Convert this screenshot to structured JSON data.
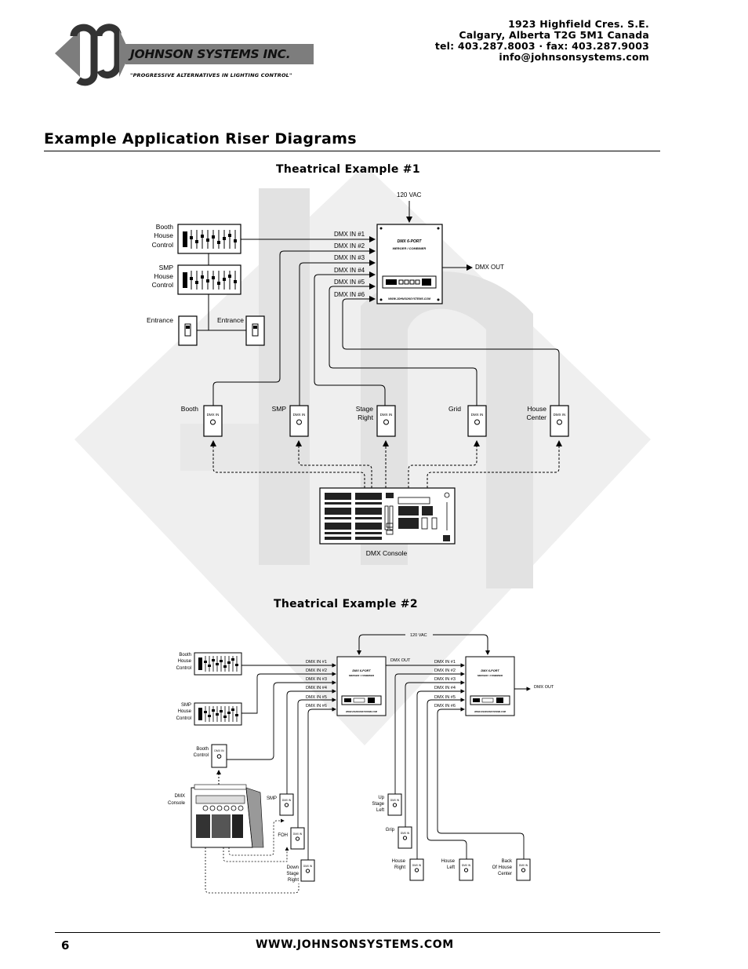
{
  "header": {
    "company_name": "JOHNSON SYSTEMS INC.",
    "tagline": "\"PROGRESSIVE ALTERNATIVES IN LIGHTING CONTROL\"",
    "address_line1": "1923 Highfield Cres. S.E.",
    "address_line2": "Calgary, Alberta  T2G 5M1 Canada",
    "phone_line": "tel: 403.287.8003 · fax: 403.287.9003",
    "email": "info@johnsonsystems.com"
  },
  "page_title": "Example Application Riser Diagrams",
  "example1": {
    "title": "Theatrical Example #1",
    "power_label": "120 VAC",
    "merger_title": "DMX 6-PORT",
    "merger_subtitle": "MERGER / COMBINER",
    "merger_url": "WWW.JOHNSONSYSTEMS.COM",
    "dmx_out": "DMX OUT",
    "inputs": [
      "DMX IN #1",
      "DMX IN #2",
      "DMX IN #3",
      "DMX IN #4",
      "DMX IN #5",
      "DMX IN #6"
    ],
    "booth_house_control": [
      "Booth",
      "House",
      "Control"
    ],
    "smp_house_control": [
      "SMP",
      "House",
      "Control"
    ],
    "entrance_left": "Entrance",
    "entrance_right": "Entrance",
    "station_label": "DMX IN",
    "stations": [
      {
        "label1": "Booth",
        "label2": ""
      },
      {
        "label1": "SMP",
        "label2": ""
      },
      {
        "label1": "Stage",
        "label2": "Right"
      },
      {
        "label1": "Grid",
        "label2": ""
      },
      {
        "label1": "House",
        "label2": "Center"
      }
    ],
    "console_label": "DMX Console"
  },
  "example2": {
    "title": "Theatrical Example #2",
    "power_label": "120 VAC",
    "merger_title": "DMX 6-PORT",
    "merger_subtitle": "MERGER / COMBINER",
    "merger_url": "WWW.JOHNSONSYSTEMS.COM",
    "dmx_out_a": "DMX OUT",
    "dmx_out_b": "DMX OUT",
    "inputs": [
      "DMX IN #1",
      "DMX IN #2",
      "DMX IN #3",
      "DMX IN #4",
      "DMX IN #5",
      "DMX IN #6"
    ],
    "booth_house_control": [
      "Booth",
      "House",
      "Control"
    ],
    "smp_house_control": [
      "SMP",
      "House",
      "Control"
    ],
    "booth_control": [
      "Booth",
      "Control"
    ],
    "console": [
      "DMX",
      "Console"
    ],
    "station_label": "DMX IN",
    "smp": "SMP",
    "foh": "FOH",
    "down_stage_right": [
      "Down",
      "Stage",
      "Right"
    ],
    "up_stage_left": [
      "Up",
      "Stage",
      "Left"
    ],
    "grip": "Grip",
    "house_right": [
      "House",
      "Right"
    ],
    "house_left": [
      "House",
      "Left"
    ],
    "back_of_house_center": [
      "Back",
      "Of House",
      "Center"
    ]
  },
  "footer": {
    "page_number": "6",
    "url": "WWW.JOHNSONSYSTEMS.COM"
  }
}
